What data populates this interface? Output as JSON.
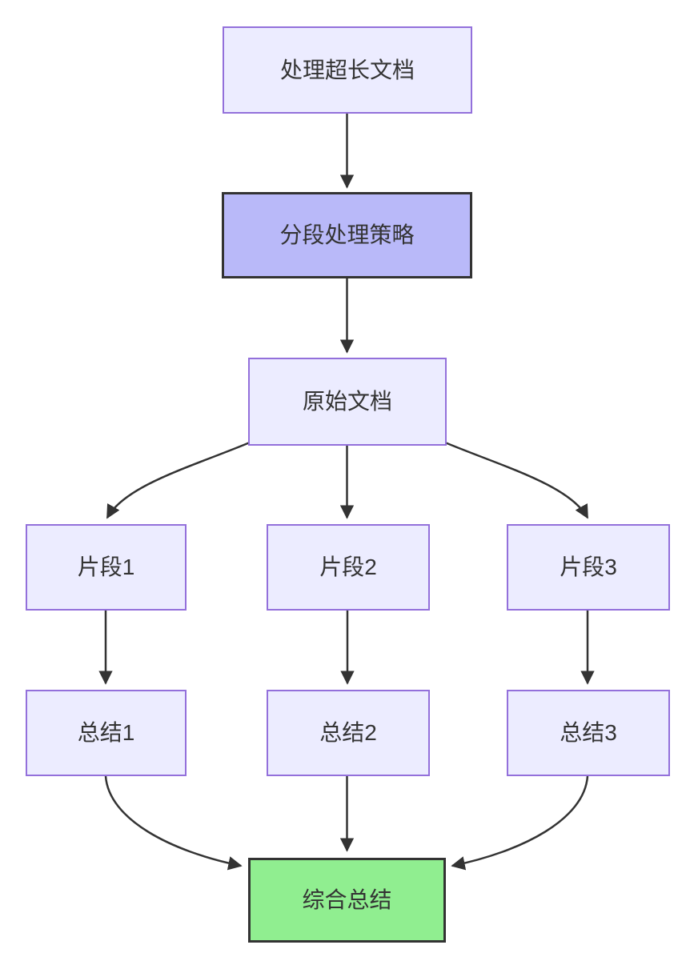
{
  "diagram": {
    "type": "flowchart",
    "direction": "top-down",
    "nodes": [
      {
        "id": "process",
        "label": "处理超长文档",
        "style": "default"
      },
      {
        "id": "strategy",
        "label": "分段处理策略",
        "style": "highlight"
      },
      {
        "id": "original",
        "label": "原始文档",
        "style": "default"
      },
      {
        "id": "frag1",
        "label": "片段1",
        "style": "default"
      },
      {
        "id": "frag2",
        "label": "片段2",
        "style": "default"
      },
      {
        "id": "frag3",
        "label": "片段3",
        "style": "default"
      },
      {
        "id": "sum1",
        "label": "总结1",
        "style": "default"
      },
      {
        "id": "sum2",
        "label": "总结2",
        "style": "default"
      },
      {
        "id": "sum3",
        "label": "总结3",
        "style": "default"
      },
      {
        "id": "final",
        "label": "综合总结",
        "style": "success"
      }
    ],
    "edges": [
      {
        "from": "处理超长文档",
        "to": "分段处理策略"
      },
      {
        "from": "分段处理策略",
        "to": "原始文档"
      },
      {
        "from": "原始文档",
        "to": "片段1"
      },
      {
        "from": "原始文档",
        "to": "片段2"
      },
      {
        "from": "原始文档",
        "to": "片段3"
      },
      {
        "from": "片段1",
        "to": "总结1"
      },
      {
        "from": "片段2",
        "to": "总结2"
      },
      {
        "from": "片段3",
        "to": "总结3"
      },
      {
        "from": "总结1",
        "to": "综合总结"
      },
      {
        "from": "总结2",
        "to": "综合总结"
      },
      {
        "from": "总结3",
        "to": "综合总结"
      }
    ],
    "colors": {
      "background": "#FFFFFF",
      "node_fill": "#ECECFF",
      "node_border": "#9370DB",
      "highlight_fill": "#B9B9F9",
      "highlight_border": "#333333",
      "success_fill": "#90EE90",
      "success_border": "#333333",
      "edge": "#333333",
      "text": "#333333"
    }
  }
}
